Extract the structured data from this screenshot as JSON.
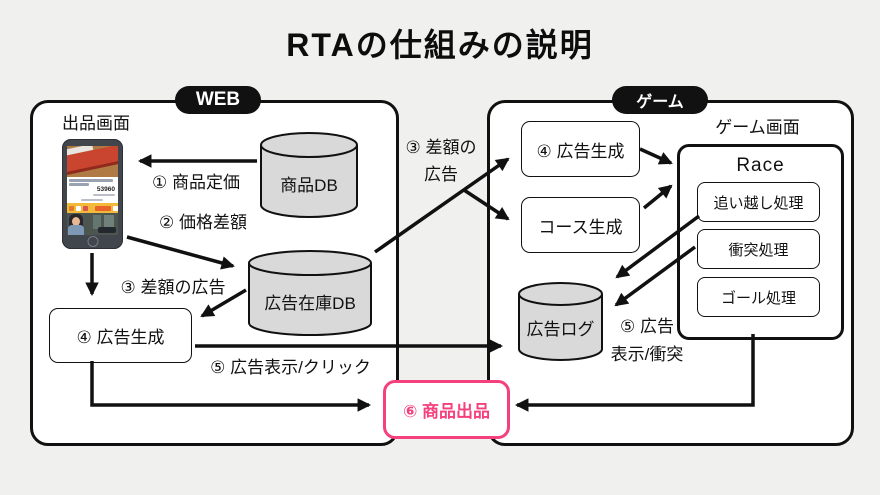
{
  "title": "RTAの仕組みの説明",
  "web": {
    "pill": "WEB",
    "listing_screen": "出品画面",
    "phone_price": "53960",
    "product_db": "商品DB",
    "ad_inventory_db": "広告在庫DB",
    "ad_generation": "④ 広告生成",
    "label_product_price": "① 商品定価",
    "label_price_diff": "② 価格差額",
    "label_diff_ad": "③ 差額の広告",
    "label_ad_display_click": "⑤ 広告表示/クリック"
  },
  "middle": {
    "diff_ad_line1": "③ 差額の",
    "diff_ad_line2": "広告"
  },
  "game": {
    "pill": "ゲーム",
    "ad_generation": "④ 広告生成",
    "course_generation": "コース生成",
    "game_screen": "ゲーム画面",
    "race": {
      "title": "Race",
      "items": [
        "追い越し処理",
        "衝突処理",
        "ゴール処理"
      ]
    },
    "ad_log_db": "広告ログ",
    "label_ad_display_line1": "⑤ 広告",
    "label_ad_display_line2": "表示/衝突"
  },
  "result": {
    "product_listing": "⑥ 商品出品"
  },
  "colors": {
    "accent_pink": "#f5407e",
    "stroke": "#111111",
    "cylinder_fill": "#d9d9d9",
    "background": "#f0f0ee"
  }
}
